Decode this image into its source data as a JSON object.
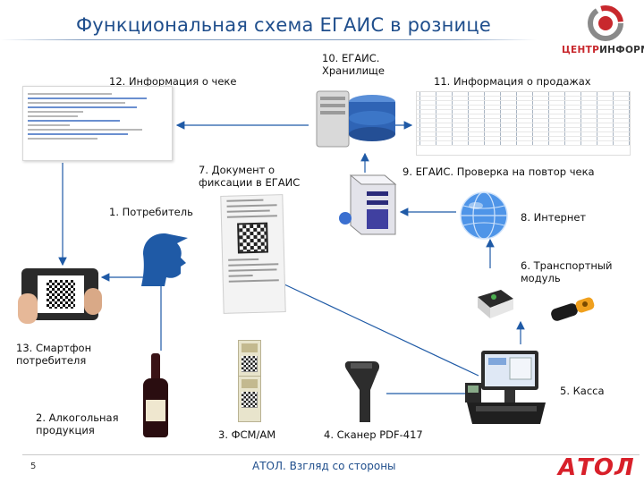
{
  "header": {
    "title": "Функциональная схема ЕГАИС в рознице",
    "logo": {
      "part1": "ЦЕНТР",
      "part2": "ИНФОРМ",
      "accent": "#c8282d"
    }
  },
  "nodes": {
    "n1": "1. Потребитель",
    "n2": "2. Алкогольная продукция",
    "n3": "3. ФСМ/АМ",
    "n4": "4. Сканер PDF-417",
    "n5": "5. Касса",
    "n6": "6. Транспортный модуль",
    "n7": "7. Документ о фиксации в ЕГАИС",
    "n8": "8. Интернет",
    "n9": "9. ЕГАИС. Проверка на повтор чека",
    "n10": "10. ЕГАИС. Хранилище",
    "n11": "11. Информация о продажах",
    "n12": "12. Информация о чеке",
    "n13": "13. Смартфон потребителя"
  },
  "footer": {
    "page": "5",
    "tagline": "АТОЛ. Взгляд со стороны",
    "brand": "АТОЛ"
  },
  "colors": {
    "title": "#1f4e8c",
    "connector": "#1f5aa6",
    "brand": "#d8202a"
  }
}
